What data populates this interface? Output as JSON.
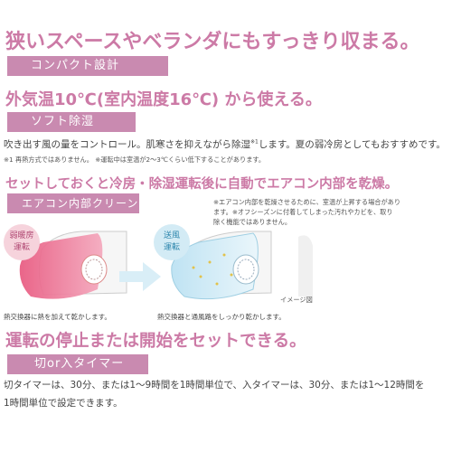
{
  "headline": "狭いスペースやベランダにもすっきり収まる。",
  "compact_bar": "コンパクト設計",
  "soft_heading": "外気温10℃(室内温度16℃) から使える。",
  "soft_bar": "ソフト除湿",
  "soft_body": "吹き出す風の量をコントロール。肌寒さを抑えながら除湿",
  "soft_sup": "※1",
  "soft_body_end": "します。夏の弱冷房としてもおすすめです。",
  "soft_notes": "※1 再熱方式ではありません。 ※運転中は室温が2～3℃くらい低下することがあります。",
  "clean_heading": "セットしておくと冷房・除湿運転後に自動でエアコン内部を乾燥。",
  "clean_bar": "エアコン内部クリーン",
  "clean_note_1": "※エアコン内部を乾燥させるために、室温が上昇する場合があり",
  "clean_note_2": "ます。※オフシーズンに付着してしまった汚れやカビを、取り",
  "clean_note_3": "除く機能ではありません。",
  "label_heat": "弱暖房\n運転",
  "label_fan": "送風\n運転",
  "image_note": "イメージ図",
  "caption_left": "熱交換器に熱を加えて乾かします。",
  "caption_right": "熱交換器と通風路をしっかり乾かします。",
  "timer_heading": "運転の停止または開始をセットできる。",
  "timer_bar": "切or入タイマー",
  "timer_body_1": "切タイマーは、30分、または1～9時間を1時間単位で、入タイマーは、30分、または1～12時間を",
  "timer_body_2": "1時間単位で設定できます。",
  "colors": {
    "accent": "#cc7aa6",
    "bar": "#c98ab0",
    "heat_label_bg": "#f6d3dc",
    "fan_label_bg": "#d3ebf5"
  }
}
